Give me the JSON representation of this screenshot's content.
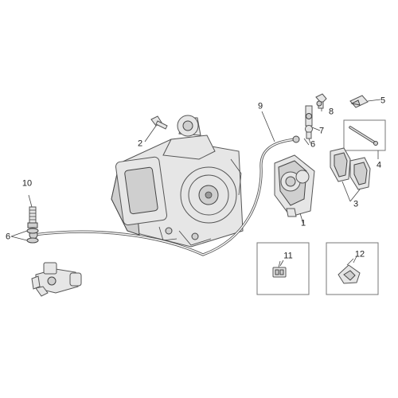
{
  "diagram": {
    "callouts": [
      {
        "id": "1",
        "label": "1"
      },
      {
        "id": "2",
        "label": "2"
      },
      {
        "id": "3",
        "label": "3"
      },
      {
        "id": "4",
        "label": "4"
      },
      {
        "id": "5",
        "label": "5"
      },
      {
        "id": "6a",
        "label": "6"
      },
      {
        "id": "6b",
        "label": "6"
      },
      {
        "id": "7",
        "label": "7"
      },
      {
        "id": "8",
        "label": "8"
      },
      {
        "id": "9",
        "label": "9"
      },
      {
        "id": "10",
        "label": "10"
      },
      {
        "id": "11",
        "label": "11"
      },
      {
        "id": "12",
        "label": "12"
      }
    ]
  },
  "colors": {
    "line": "#444444",
    "part_fill": "#e6e6e6",
    "part_dark": "#cfcfcf",
    "background": "#ffffff"
  }
}
